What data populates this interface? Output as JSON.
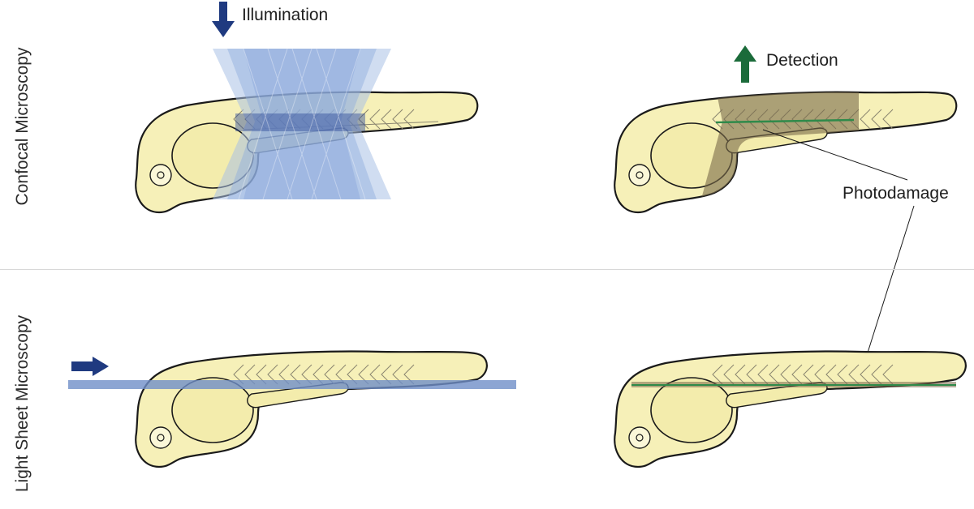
{
  "rows": {
    "top_label": "Confocal Microscopy",
    "bottom_label": "Light Sheet Microscopy"
  },
  "labels": {
    "illumination": "Illumination",
    "detection": "Detection",
    "photodamage": "Photodamage"
  },
  "colors": {
    "embryo_fill": "#f6f0b8",
    "embryo_stroke": "#1a1a1a",
    "illumination_blue": "#1f3a80",
    "light_blue": "#9cb7e0",
    "detection_green": "#1b6b3a",
    "photodamage_brown": "#7a6a4a"
  }
}
